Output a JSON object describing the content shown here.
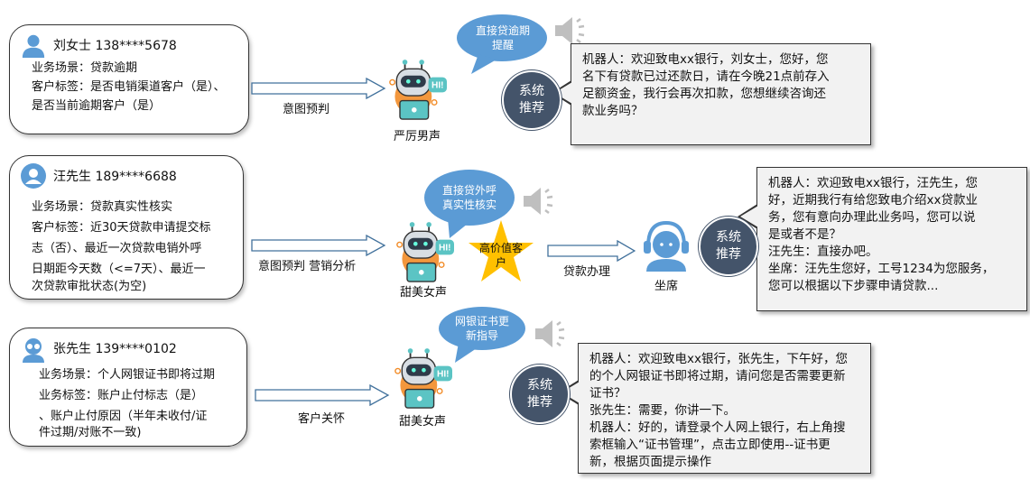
{
  "rows": [
    {
      "customer": {
        "name": "刘女士 138****5678",
        "lines": [
          "业务场景：贷款逾期",
          "客户标签：是否电销渠道客户（是）、",
          "是否当前逾期客户（是）"
        ]
      },
      "arrow_label": "意图预判",
      "robot_label": "严厉男声",
      "bubble": "直接贷逾期提醒",
      "badge": "系统推荐",
      "dialog": [
        "机器人：欢迎致电xx银行，刘女士，您好，您",
        "名下有贷款已过还款日，请在今晚21点前存入",
        "足额资金，我行会再次扣款，您想继续咨询还",
        "款业务吗？"
      ]
    },
    {
      "customer": {
        "name": "汪先生 189****6688",
        "lines": [
          "业务场景：贷款真实性核实",
          "客户标签：近30天贷款申请提交标",
          "志（否）、最近一次贷款电销外呼",
          "日期距今天数（<=7天）、最近一",
          "次贷款审批状态(为空)"
        ]
      },
      "arrow_label": "意图预判  营销分析",
      "robot_label": "甜美女声",
      "bubble": "直接贷外呼真实性核实",
      "star": "高价值客户",
      "arrow2_label": "贷款办理",
      "agent_label": "坐席",
      "badge": "系统推荐",
      "dialog": [
        "机器人：欢迎致电xx银行，汪先生，您",
        "好，近期我行有给您致电介绍xx贷款业",
        "务，您有意向办理此业务吗，您可以说",
        "是或者不是？",
        "汪先生：直接办吧。",
        "坐席：汪先生您好，工号1234为您服务，",
        "您可以根据以下步骤申请贷款..."
      ]
    },
    {
      "customer": {
        "name": "张先生 139****0102",
        "lines": [
          "业务场景：个人网银证书即将过期",
          "业务标签：账户止付标志（是）",
          "、账户止付原因（半年未收付/证",
          "件过期/对账不一致)"
        ]
      },
      "arrow_label": "客户关怀",
      "robot_label": "甜美女声",
      "bubble": "网银证书更新指导",
      "badge": "系统推荐",
      "dialog": [
        "机器人：欢迎致电xx银行，张先生，下午好，您",
        "的个人网银证书即将过期，请问您是否需要更新",
        "证书？",
        "张先生：需要，你讲一下。",
        "机器人：好的，请登录个人网上银行，右上角搜",
        "索框输入“证书管理”，点击立即使用--证书更",
        "新，根据页面提示操作"
      ]
    }
  ],
  "colors": {
    "accent": "#5b9bd5",
    "badge": "#44546a",
    "star": "#ffc000",
    "callout": "#f2f2f2"
  }
}
